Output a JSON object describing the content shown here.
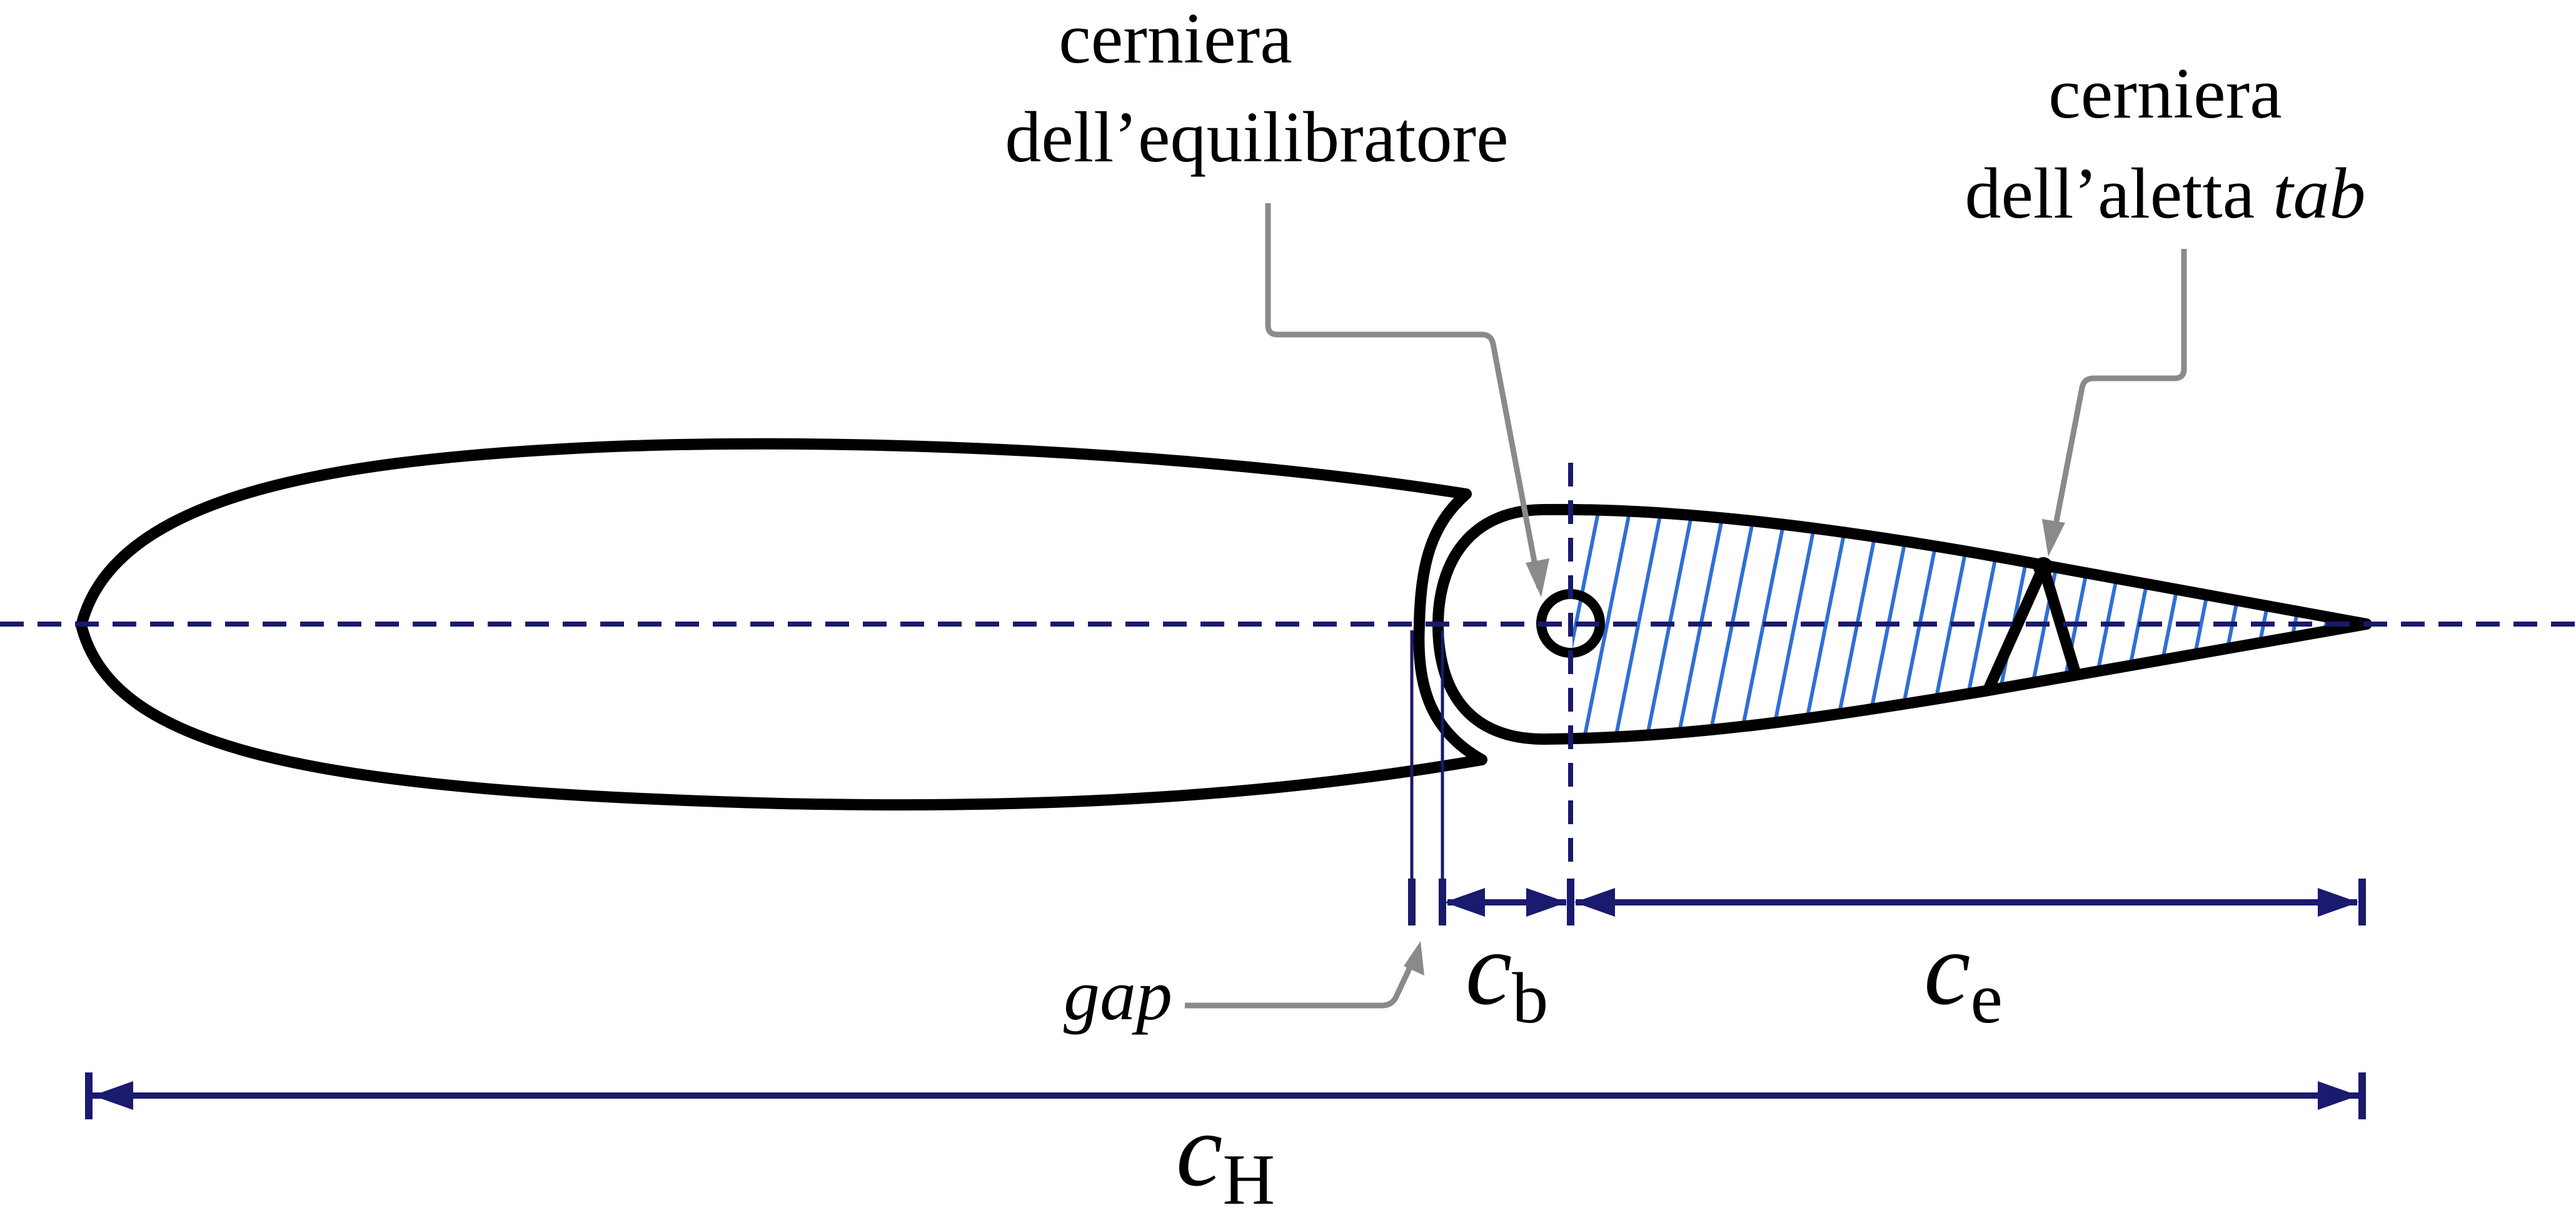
{
  "labels": {
    "elevator_hinge_line1": "cerniera",
    "elevator_hinge_line2": "dell’equilibratore",
    "tab_hinge_line1": "cerniera",
    "tab_hinge_line2_a": "dell’aletta ",
    "tab_hinge_line2_b": "tab",
    "gap": "gap",
    "cb_var": "c",
    "cb_sub": "b",
    "ce_var": "c",
    "ce_sub": "e",
    "cH_var": "c",
    "cH_sub": "H"
  },
  "colors": {
    "outline": "#000000",
    "dimension": "#1a1a6e",
    "leader": "#8a8a8a",
    "hatch": "#2f6fd6"
  }
}
